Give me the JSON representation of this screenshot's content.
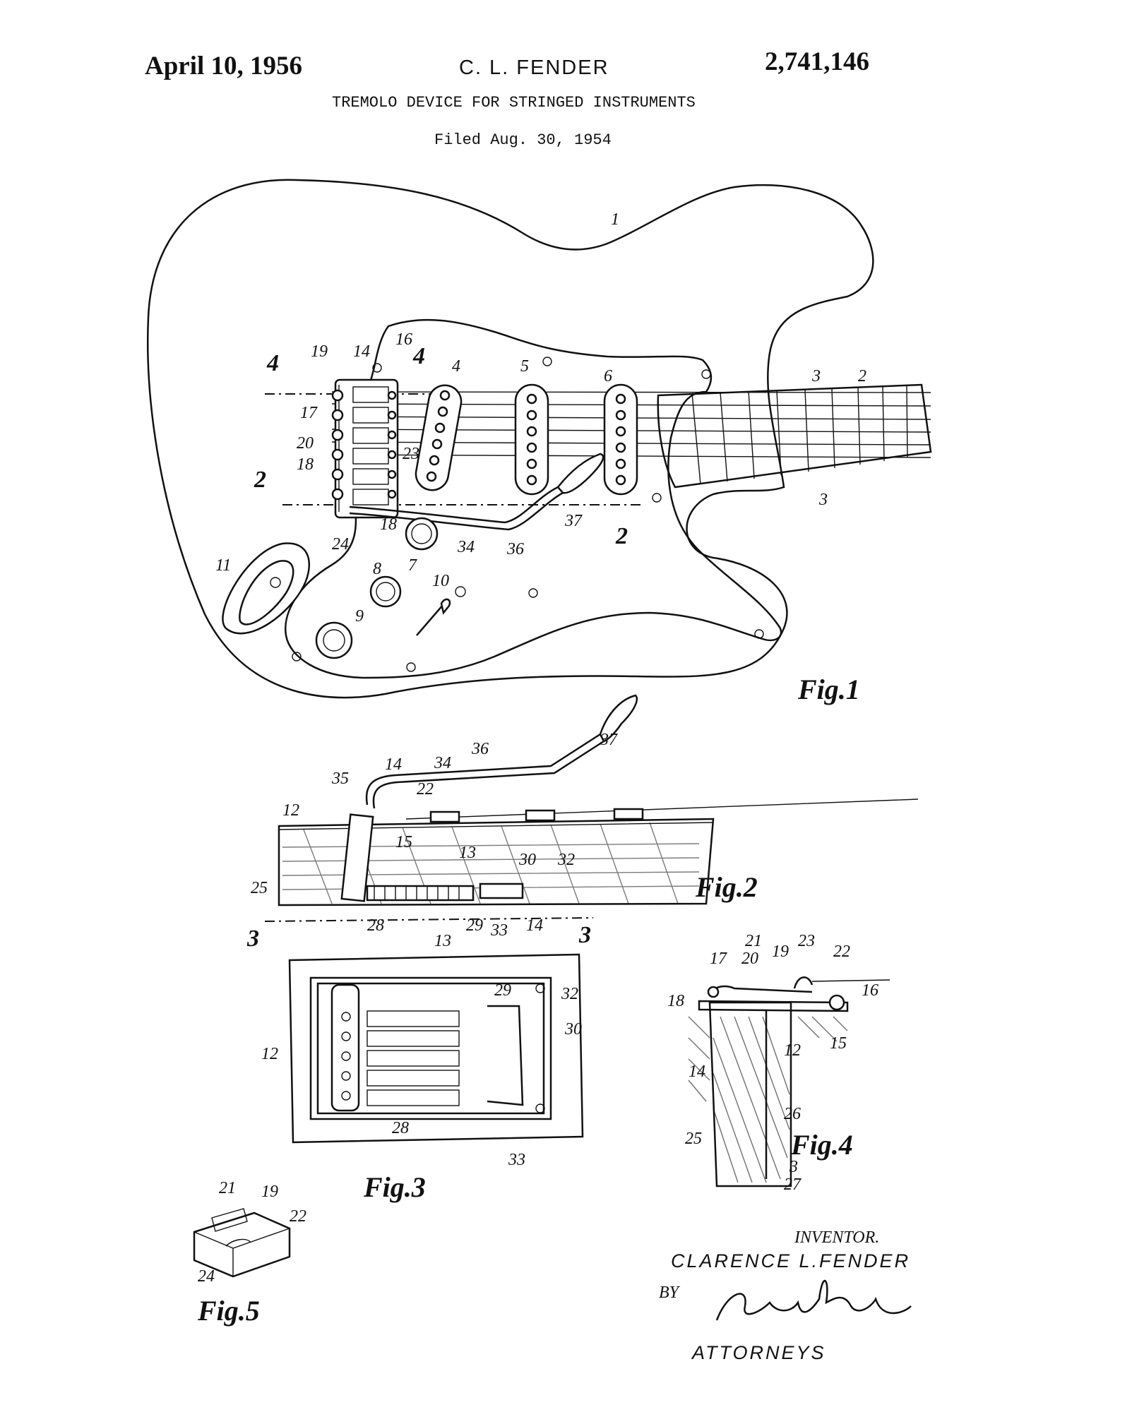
{
  "header": {
    "date": "April 10, 1956",
    "inventor_short": "C. L. FENDER",
    "patent_number": "2,741,146",
    "title": "TREMOLO DEVICE FOR STRINGED INSTRUMENTS",
    "filed": "Filed Aug. 30, 1954"
  },
  "figures": {
    "fig1": "Fig.1",
    "fig2": "Fig.2",
    "fig3": "Fig.3",
    "fig4": "Fig.4",
    "fig5": "Fig.5"
  },
  "section_marks": {
    "four": "4",
    "two": "2",
    "three": "3"
  },
  "reference_numerals": {
    "fig1": [
      "1",
      "2",
      "3",
      "3",
      "4",
      "5",
      "6",
      "7",
      "8",
      "9",
      "10",
      "11",
      "14",
      "16",
      "17",
      "18",
      "19",
      "20",
      "23",
      "24",
      "18",
      "34",
      "36",
      "37"
    ],
    "fig2": [
      "12",
      "13",
      "14",
      "15",
      "22",
      "25",
      "28",
      "29",
      "30",
      "32",
      "33",
      "14",
      "34",
      "35",
      "36",
      "37"
    ],
    "fig3": [
      "12",
      "13",
      "28",
      "29",
      "30",
      "32",
      "33"
    ],
    "fig4": [
      "12",
      "14",
      "15",
      "16",
      "17",
      "18",
      "19",
      "20",
      "21",
      "22",
      "23",
      "25",
      "26",
      "27",
      "3"
    ],
    "fig5": [
      "19",
      "21",
      "22",
      "24"
    ]
  },
  "signature_block": {
    "inventor_label": "INVENTOR.",
    "inventor_name": "CLARENCE L.FENDER",
    "by_label": "BY",
    "signature": "Lyon & Lyon",
    "attorneys_label": "ATTORNEYS"
  }
}
